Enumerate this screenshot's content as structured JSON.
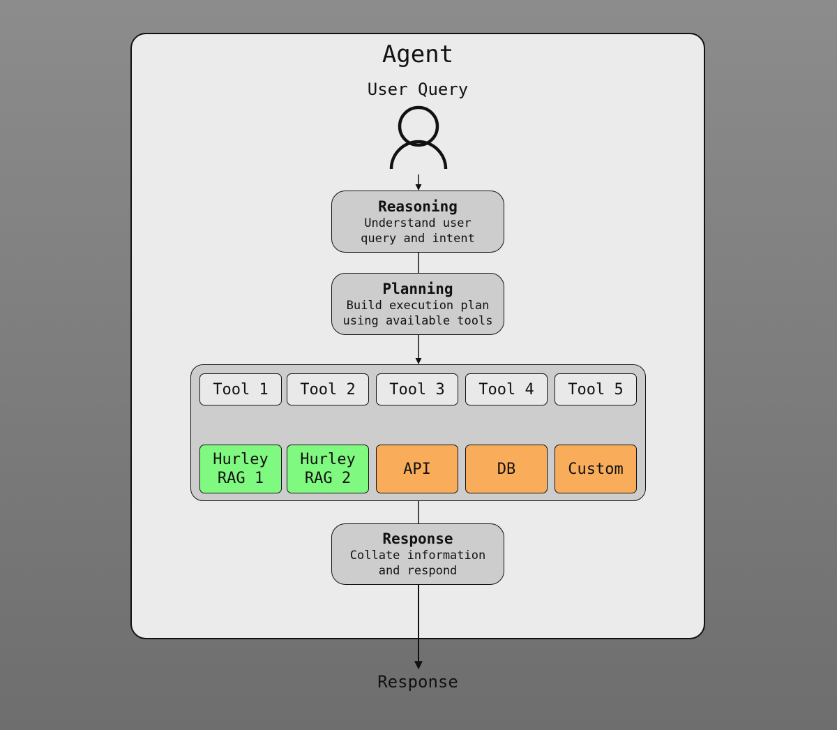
{
  "agent": {
    "title": "Agent"
  },
  "input": {
    "label": "User Query",
    "icon": "user-icon"
  },
  "stages": {
    "reasoning": {
      "name": "Reasoning",
      "description": "Understand user\nquery and intent"
    },
    "planning": {
      "name": "Planning",
      "description": "Build execution plan\nusing available tools"
    },
    "response": {
      "name": "Response",
      "description": "Collate information\nand respond"
    }
  },
  "tools": [
    "Tool 1",
    "Tool 2",
    "Tool 3",
    "Tool 4",
    "Tool 5"
  ],
  "resources": [
    {
      "label": "Hurley\nRAG 1",
      "color": "#80f980"
    },
    {
      "label": "Hurley\nRAG 2",
      "color": "#80f980"
    },
    {
      "label": "API",
      "color": "#f9ad5b"
    },
    {
      "label": "DB",
      "color": "#f9ad5b"
    },
    {
      "label": "Custom",
      "color": "#f9ad5b"
    }
  ],
  "output": {
    "label": "Response"
  }
}
